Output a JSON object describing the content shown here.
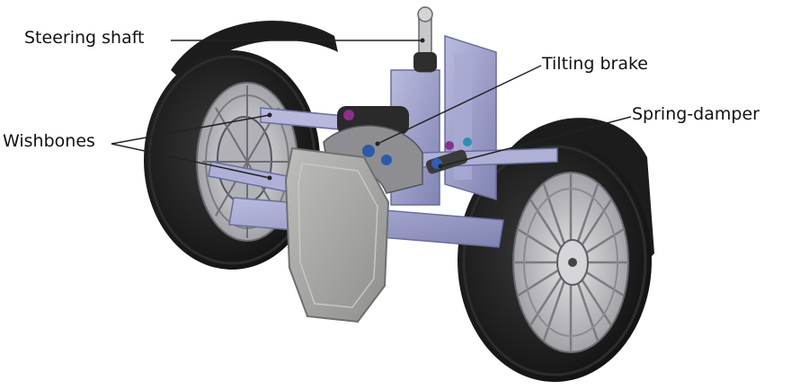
{
  "figure": {
    "labels": {
      "steering_shaft": "Steering shaft",
      "tilting_brake": "Tilting brake",
      "spring_damper": "Spring-damper",
      "wishbones": "Wishbones"
    },
    "colors": {
      "tire": "#1d1d1d",
      "rim": "#c9c9cc",
      "frame": "#9d9fc6",
      "fairing": "#a9aaa8",
      "leader_line": "#222222"
    }
  }
}
